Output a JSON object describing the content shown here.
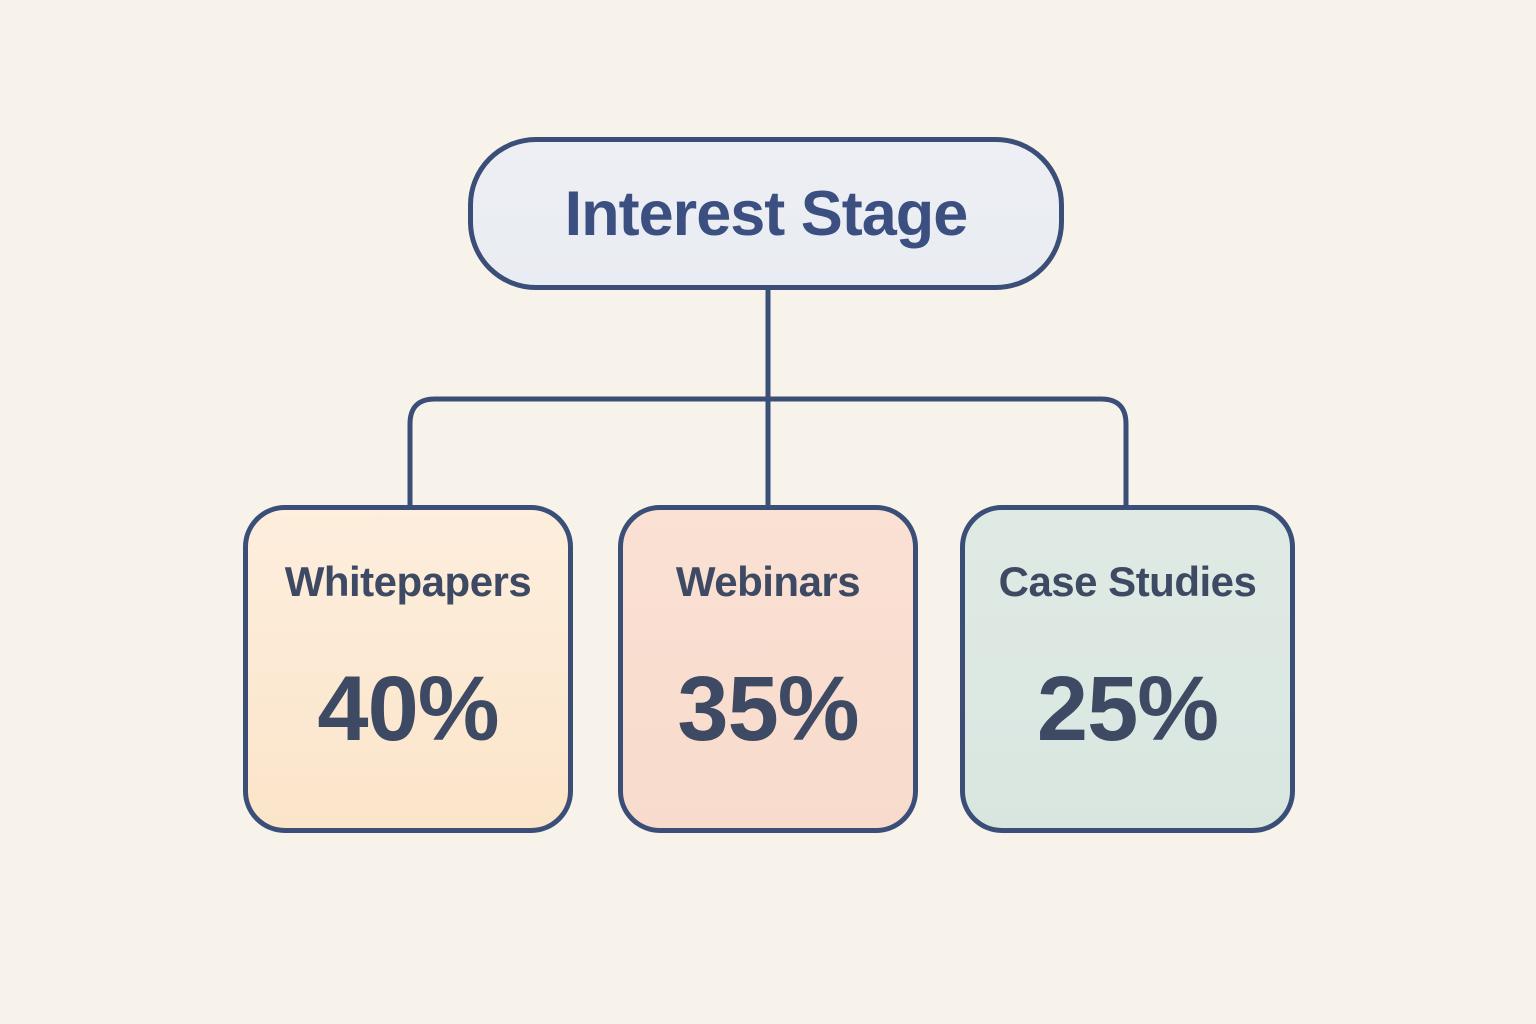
{
  "diagram": {
    "type": "flowchart",
    "root": {
      "label": "Interest Stage"
    },
    "children": [
      {
        "label": "Whitepapers",
        "value": "40%"
      },
      {
        "label": "Webinars",
        "value": "35%"
      },
      {
        "label": "Case Studies",
        "value": "25%"
      }
    ]
  },
  "colors": {
    "background": "#f7f3ea",
    "connector": "#3a4e78",
    "node_border": "#3a4e78",
    "root_fill": "#ebeef3",
    "root_text": "#3b5080",
    "child_text": "#3e4a63",
    "child_fills": [
      "#fcebd6",
      "#f9ded0",
      "#dde8e2"
    ]
  }
}
